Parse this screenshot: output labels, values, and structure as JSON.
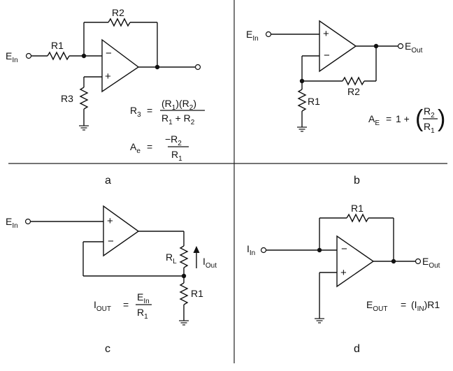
{
  "panels": {
    "a": {
      "caption": "a",
      "input": {
        "main": "E",
        "sub": "In"
      },
      "r1": "R1",
      "r2": "R2",
      "r3": "R3",
      "minus": "−",
      "plus": "+",
      "eq1": {
        "lhs_main": "R",
        "lhs_sub": "3",
        "equals": "=",
        "num": [
          "(R",
          "1",
          ")(R",
          "2",
          ")"
        ],
        "den": [
          "R",
          "1",
          " + R",
          "2"
        ]
      },
      "eq2": {
        "lhs_main": "A",
        "lhs_sub": "e",
        "equals": "=",
        "num": [
          "−R",
          "2"
        ],
        "den": [
          "R",
          "1"
        ]
      }
    },
    "b": {
      "caption": "b",
      "input": {
        "main": "E",
        "sub": "In"
      },
      "output": {
        "main": "E",
        "sub": "Out"
      },
      "r1": "R1",
      "r2": "R2",
      "minus": "−",
      "plus": "+",
      "eq": {
        "lhs_main": "A",
        "lhs_sub": "E",
        "equals": "=",
        "one_plus": "1 +",
        "open": "(",
        "close": ")",
        "num": [
          "R",
          "2"
        ],
        "den": [
          "R",
          "1"
        ]
      }
    },
    "c": {
      "caption": "c",
      "input": {
        "main": "E",
        "sub": "In"
      },
      "rl": {
        "main": "R",
        "sub": "L"
      },
      "r1": "R1",
      "iout": {
        "main": "I",
        "sub": "Out"
      },
      "minus": "−",
      "plus": "+",
      "eq": {
        "lhs_main": "I",
        "lhs_sub": "OUT",
        "equals": "=",
        "num": [
          "E",
          "In"
        ],
        "den": [
          "R",
          "1"
        ]
      }
    },
    "d": {
      "caption": "d",
      "input": {
        "main": "I",
        "sub": "In"
      },
      "output": {
        "main": "E",
        "sub": "Out"
      },
      "r1": "R1",
      "minus": "−",
      "plus": "+",
      "eq": {
        "lhs_main": "E",
        "lhs_sub": "OUT",
        "equals": "=",
        "rhs": [
          "(I",
          "IN",
          ")R1"
        ]
      }
    }
  }
}
